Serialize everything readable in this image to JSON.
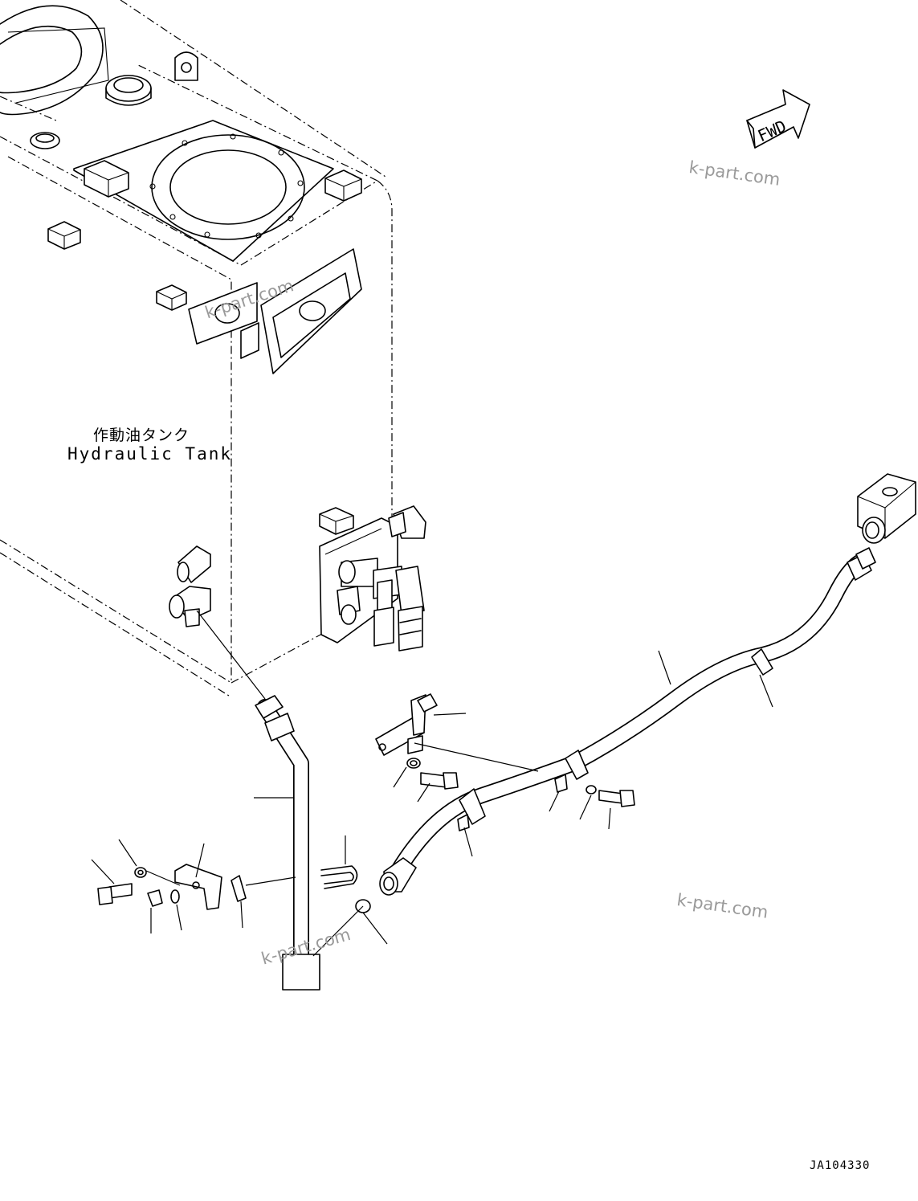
{
  "diagram": {
    "labels": {
      "tank_japanese": "作動油タンク",
      "tank_english": "Hydraulic Tank",
      "forward_arrow": "FWD",
      "drawing_number": "JA104330"
    },
    "watermarks": [
      "k-part.com",
      "k-part.com",
      "k-part.com",
      "k-part.com"
    ]
  }
}
